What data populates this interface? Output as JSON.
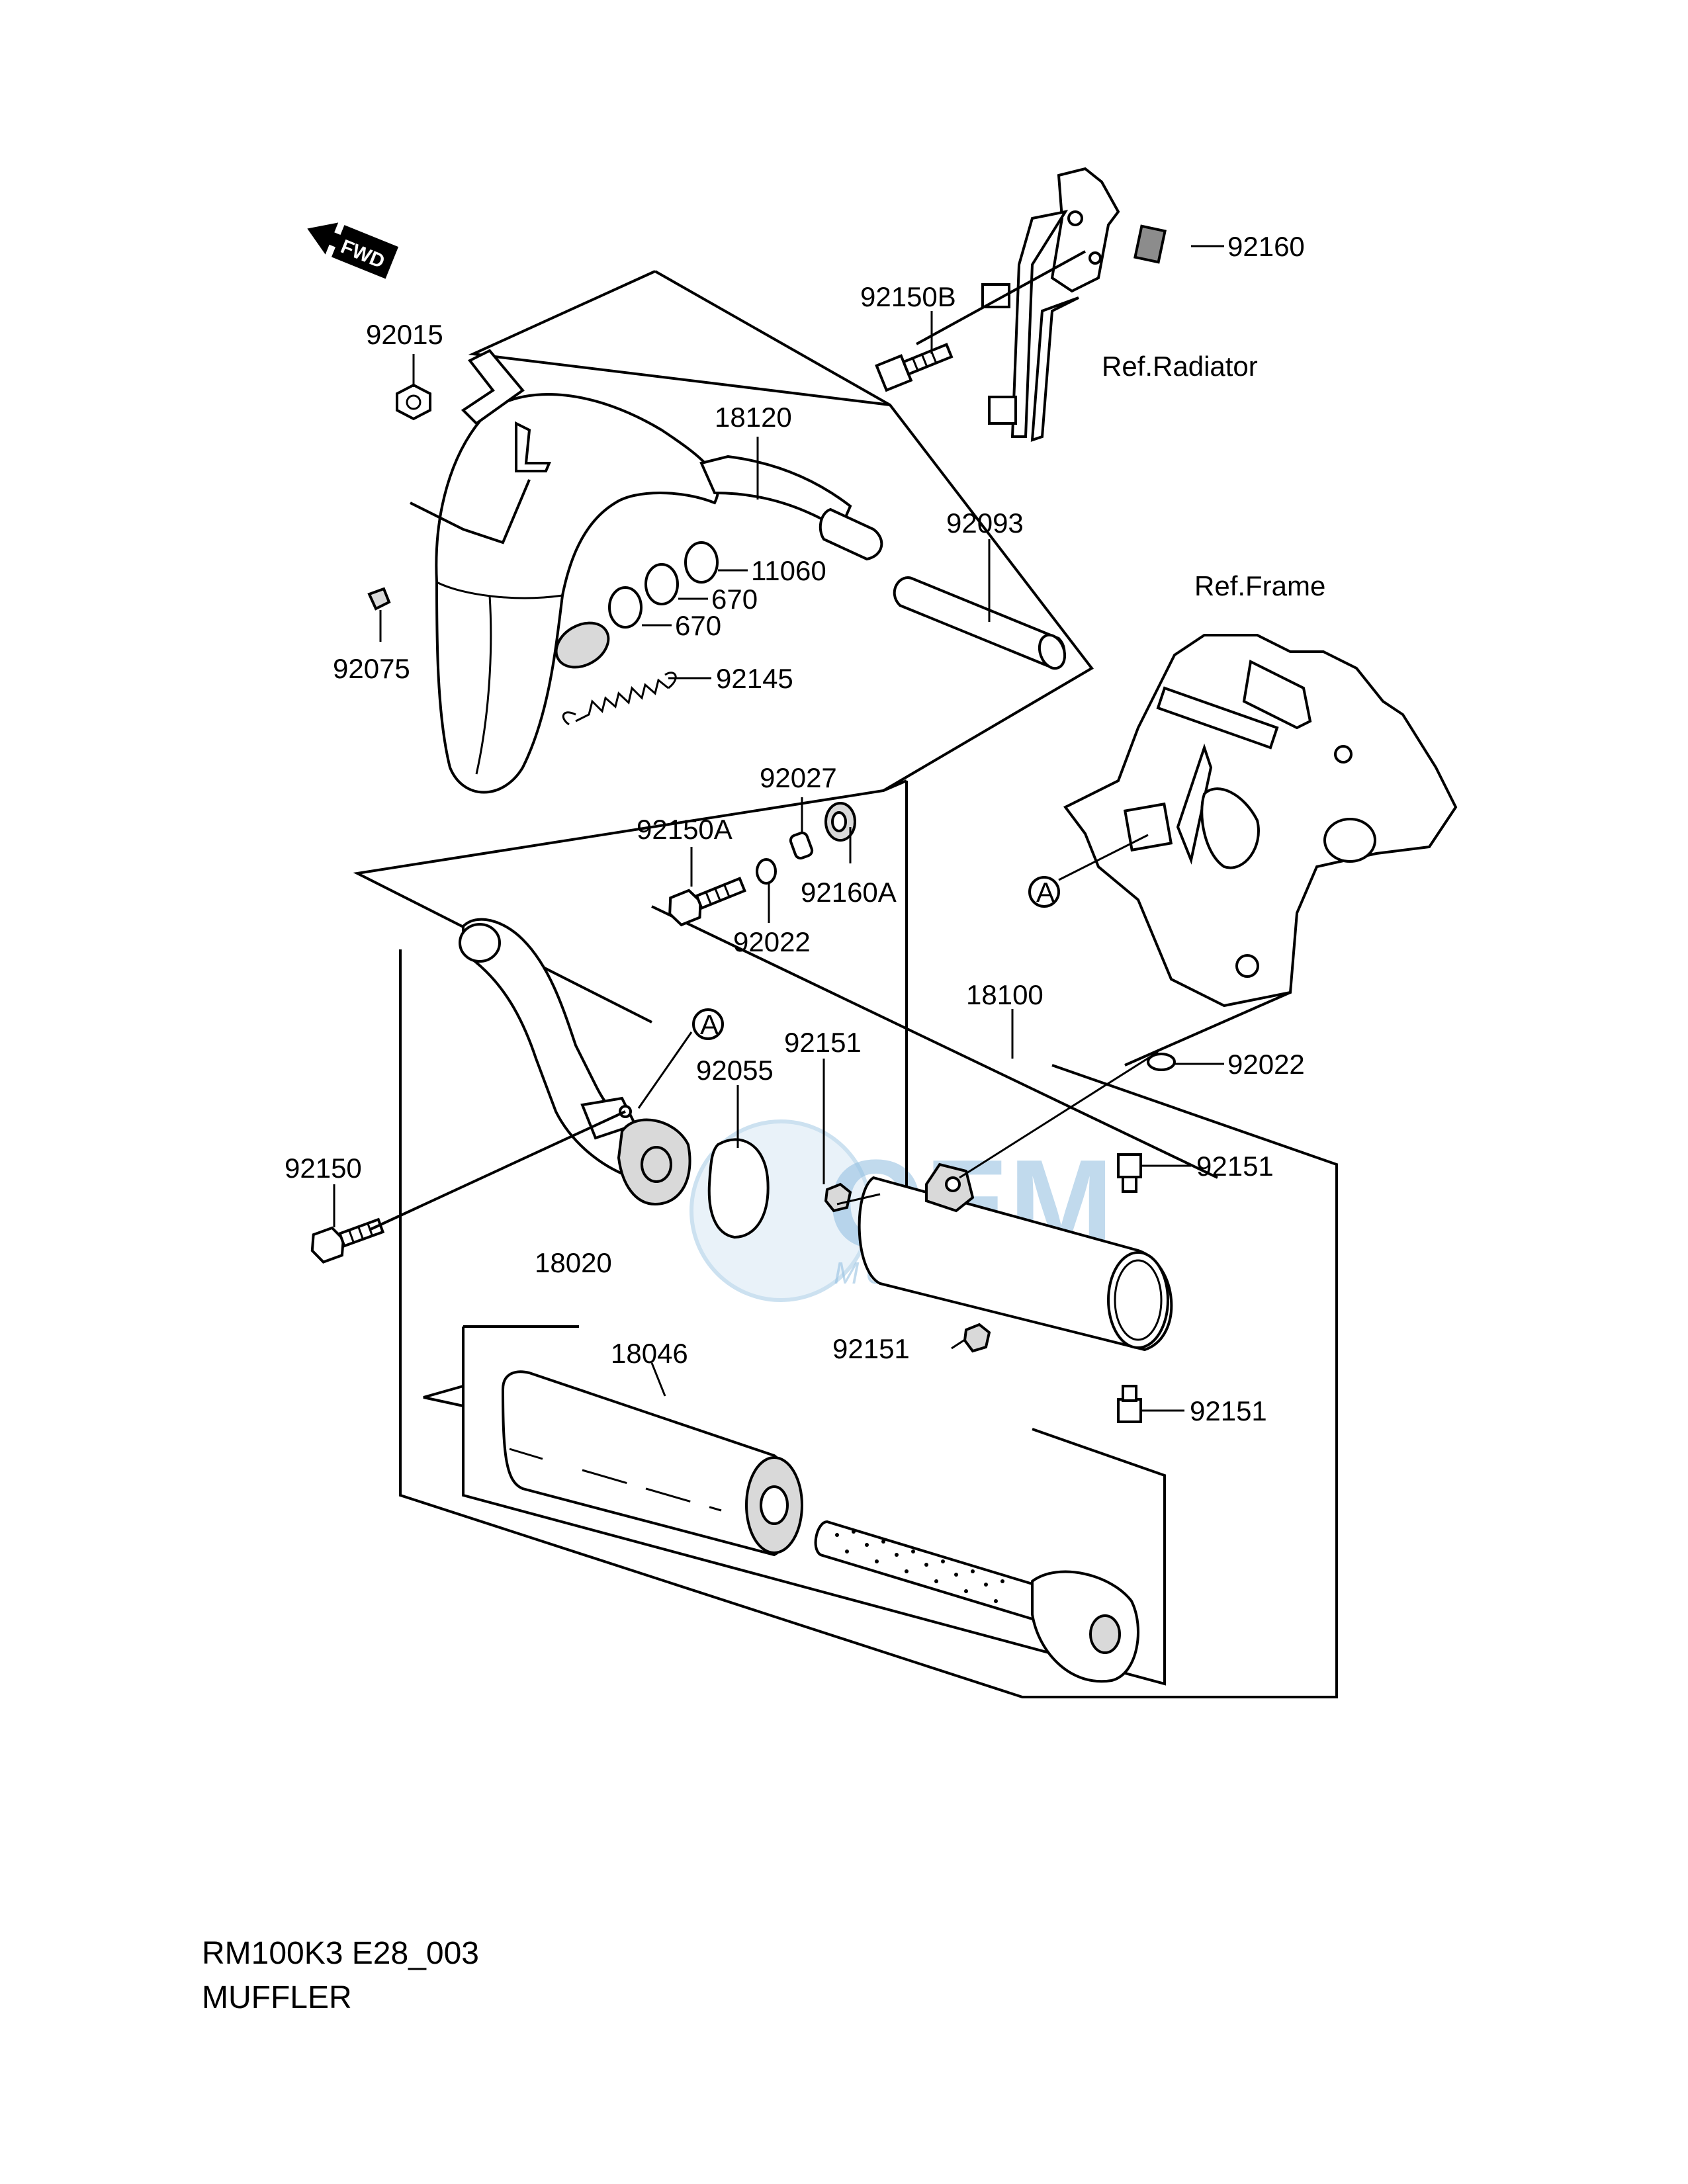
{
  "diagram": {
    "fwd_badge": "FWD",
    "ref_labels": {
      "radiator": "Ref.Radiator",
      "frame": "Ref.Frame"
    },
    "callout_marker": "A",
    "part_numbers": {
      "p92160": "92160",
      "p92150B": "92150B",
      "p92015": "92015",
      "p18120": "18120",
      "p92093": "92093",
      "p11060": "11060",
      "p670a": "670",
      "p670b": "670",
      "p92075": "92075",
      "p92145": "92145",
      "p92027": "92027",
      "p92150A": "92150A",
      "p92160A": "92160A",
      "p92022a": "92022",
      "p18100": "18100",
      "p92151a": "92151",
      "p92055": "92055",
      "p92022b": "92022",
      "p92150": "92150",
      "p92151b": "92151",
      "p18020": "18020",
      "p18046": "18046",
      "p92151c": "92151",
      "p92151d": "92151"
    },
    "footer": {
      "model_code": "RM100K3 E28_003",
      "section_title": "MUFFLER"
    },
    "watermark": {
      "brand": "OEM",
      "subtitle": "MOTORPARTS"
    }
  }
}
